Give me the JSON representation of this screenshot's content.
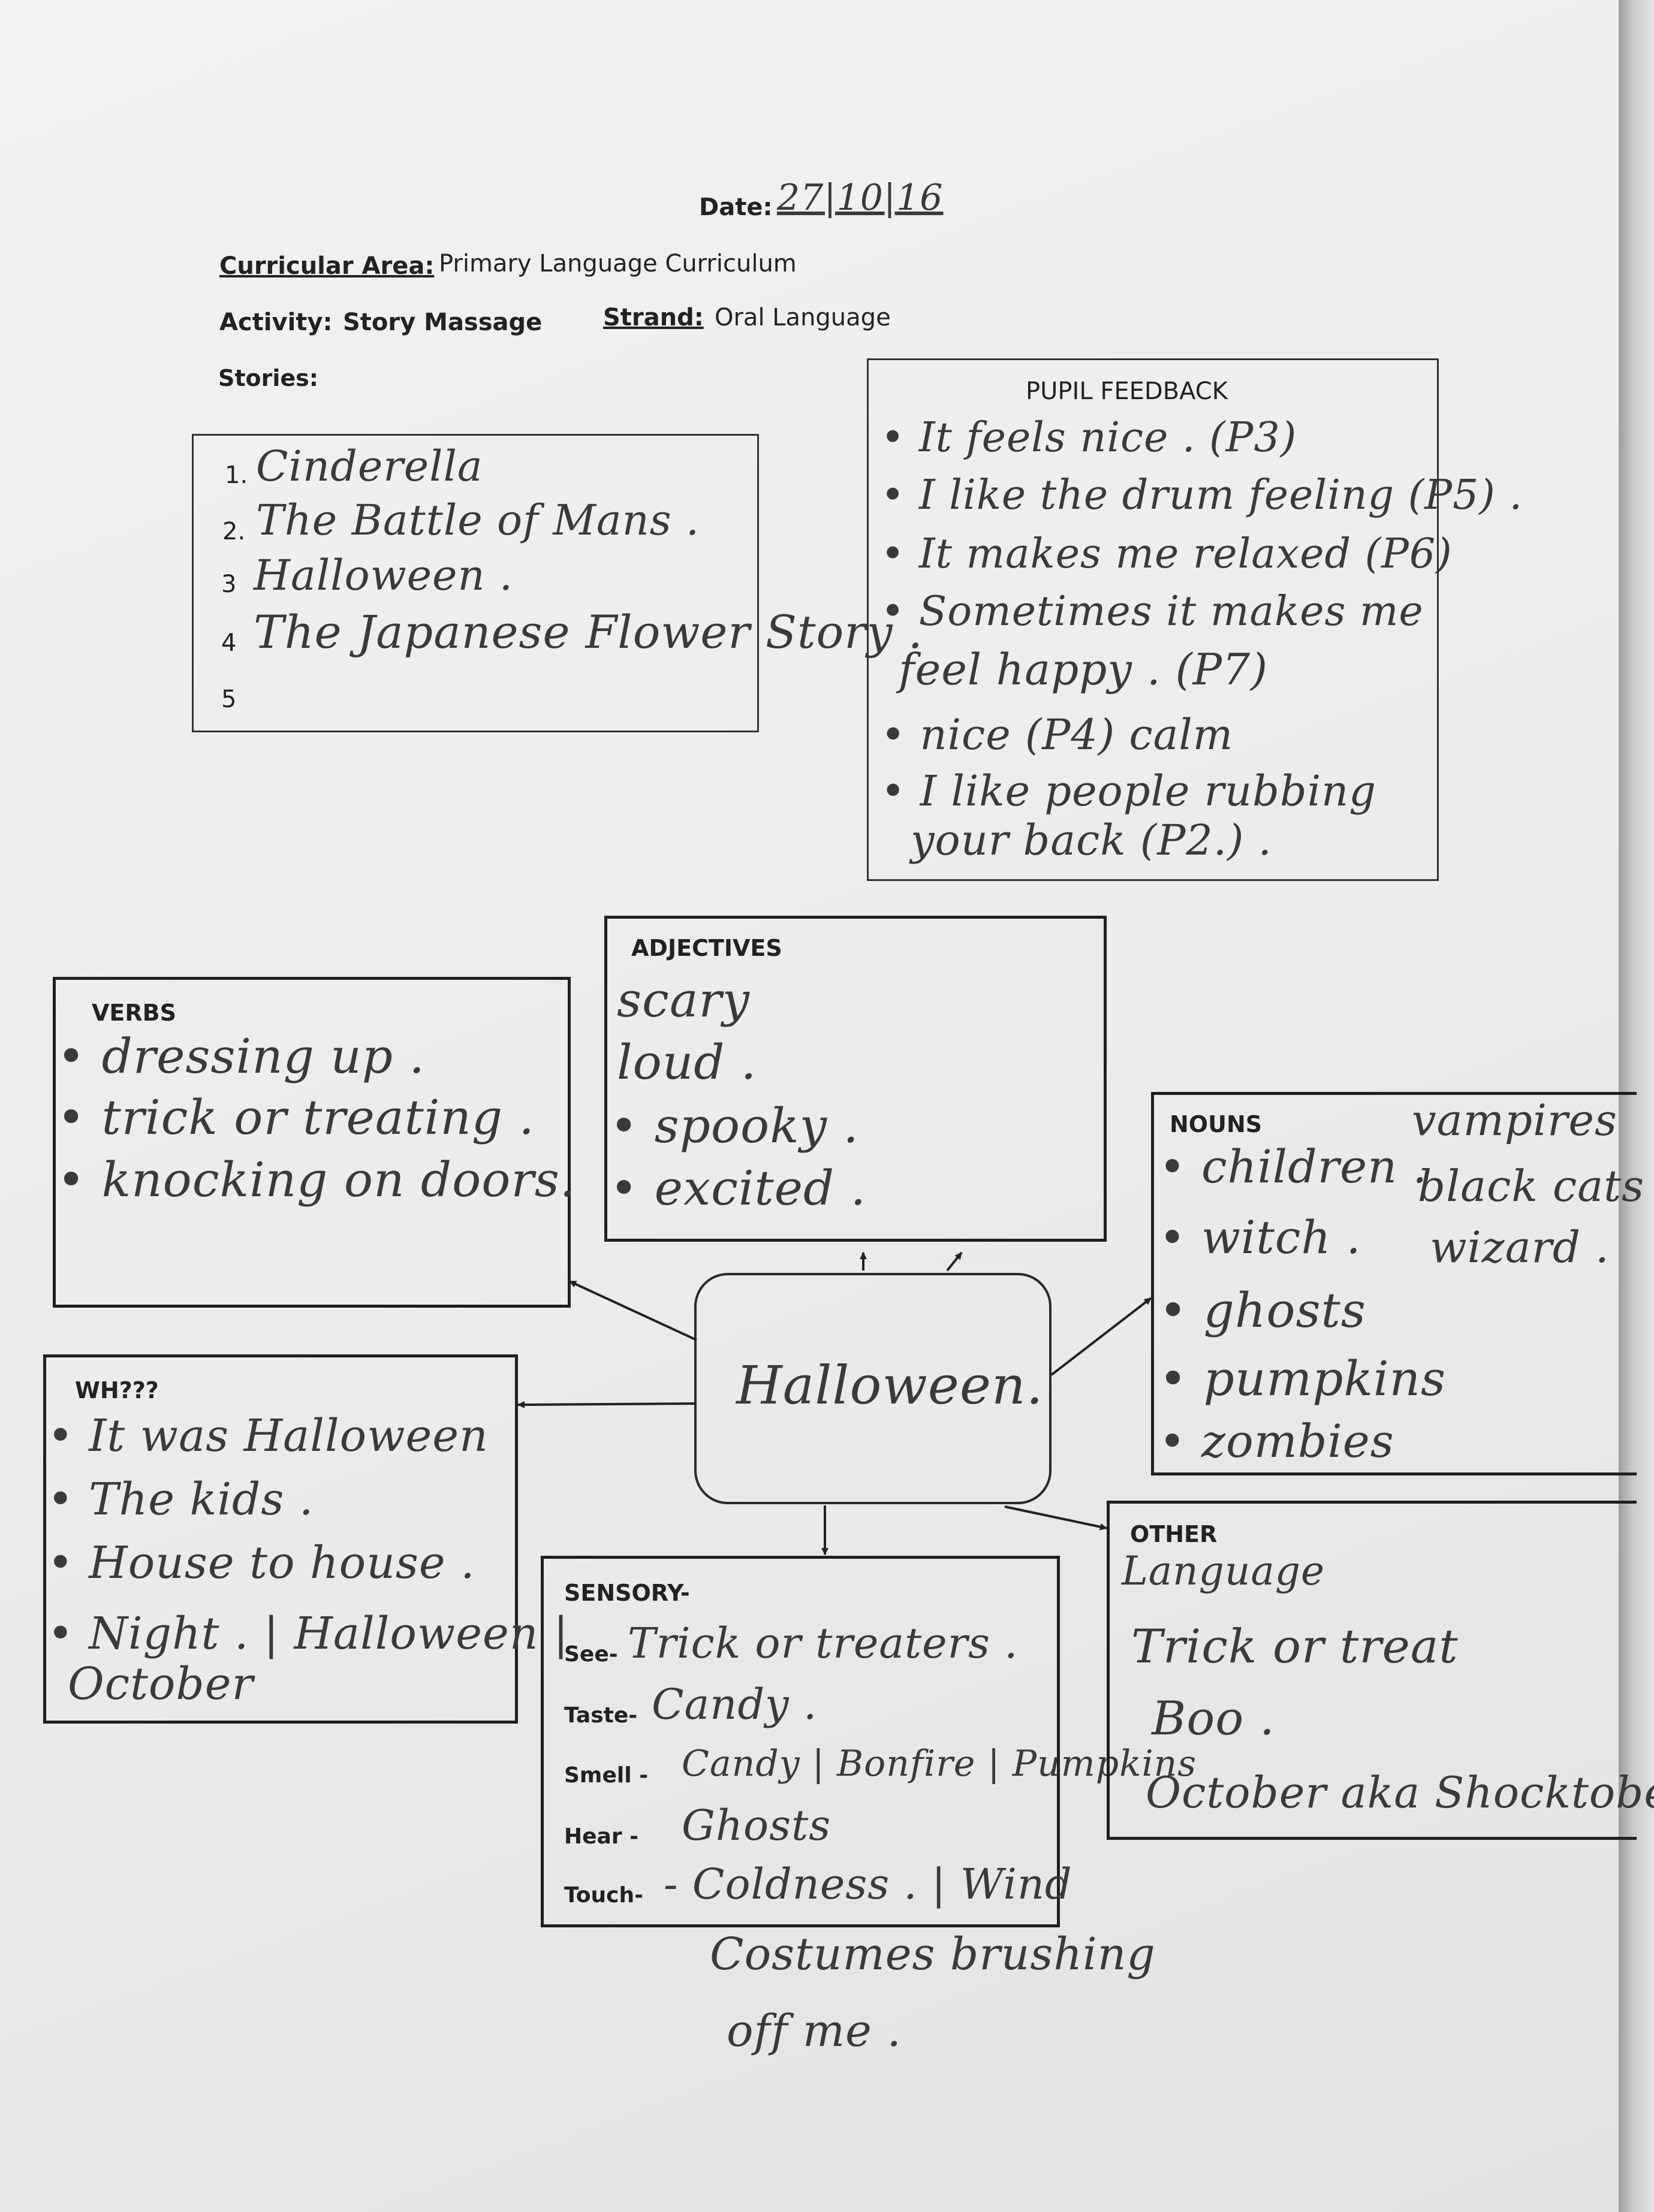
{
  "header": {
    "date_label": "Date:",
    "date_value": "27|10|16",
    "curricular_area_label": "Curricular Area:",
    "curricular_area_value": "Primary Language Curriculum",
    "activity_label": "Activity:",
    "activity_value": "Story Massage",
    "strand_label": "Strand:",
    "strand_value": "Oral Language",
    "stories_label": "Stories:"
  },
  "stories": [
    {
      "num": "1.",
      "text": "Cinderella"
    },
    {
      "num": "2.",
      "text": "The Battle of Mans ."
    },
    {
      "num": "3",
      "text": "Halloween ."
    },
    {
      "num": "4",
      "text": "The Japanese Flower Story ."
    },
    {
      "num": "5",
      "text": ""
    }
  ],
  "pupil_feedback": {
    "title": "PUPIL FEEDBACK",
    "lines": [
      "• It feels nice . (P3)",
      "• I like the drum feeling (P5) .",
      "• It makes me relaxed (P6)",
      "• Sometimes it makes me",
      "feel happy . (P7)",
      "• nice (P4) calm",
      "• I like people rubbing",
      "your back (P2.) ."
    ]
  },
  "center": {
    "text": "Halloween."
  },
  "adjectives": {
    "title": "ADJECTIVES",
    "items": [
      "scary",
      "loud .",
      "• spooky .",
      "• excited ."
    ]
  },
  "verbs": {
    "title": "VERBS",
    "items": [
      "• dressing up .",
      "• trick or treating .",
      "• knocking on doors."
    ]
  },
  "nouns": {
    "title": "NOUNS",
    "items_left": [
      "• children .",
      "• witch .",
      "• ghosts",
      "• pumpkins",
      "• zombies"
    ],
    "items_right": [
      "vampires",
      "black cats",
      "wizard ."
    ]
  },
  "wh": {
    "title": "WH???",
    "items": [
      "• It was Halloween",
      "• The kids .",
      "• House to house .",
      "• Night . | Halloween |",
      "October"
    ]
  },
  "sensory": {
    "title": "SENSORY-",
    "rows": [
      {
        "label": "See-",
        "value": "Trick or treaters ."
      },
      {
        "label": "Taste-",
        "value": "Candy ."
      },
      {
        "label": "Smell -",
        "value": "Candy | Bonfire | Pumpkins"
      },
      {
        "label": "Hear -",
        "value": "Ghosts"
      },
      {
        "label": "Touch-",
        "value": "- Coldness . | Wind"
      }
    ],
    "extra_lines": [
      "Costumes brushing",
      "off me ."
    ]
  },
  "other": {
    "title": "OTHER",
    "items": [
      "Language",
      "Trick or treat",
      "Boo .",
      "October aka Shocktober"
    ]
  }
}
